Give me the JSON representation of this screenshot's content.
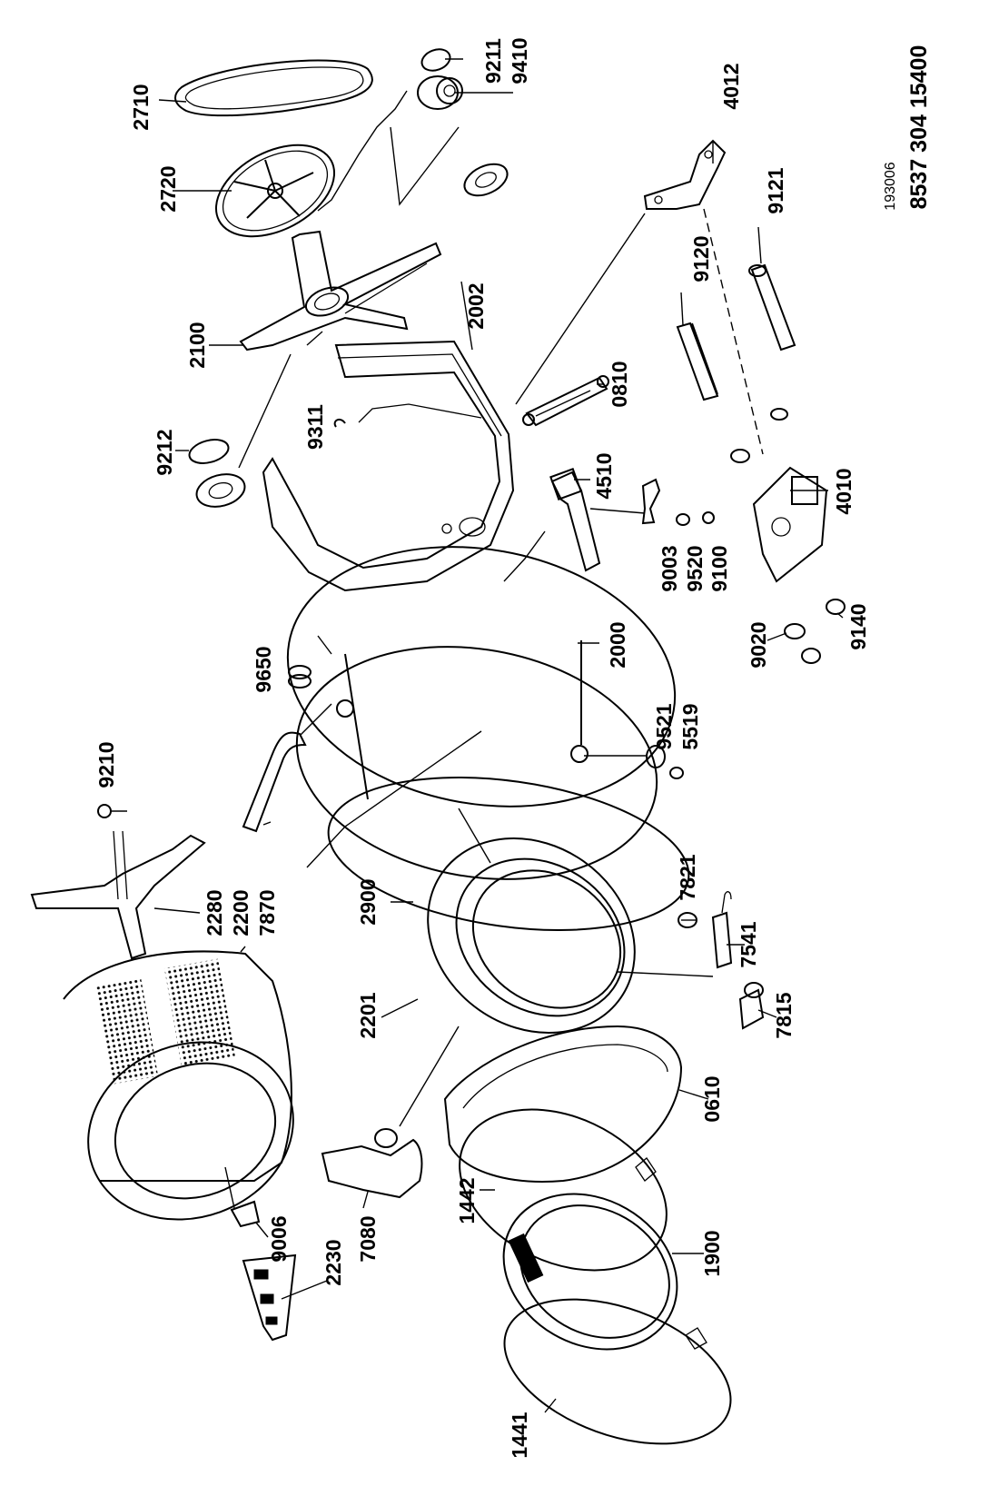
{
  "diagram_code": "193006",
  "document_number": "8537 304 15400",
  "part_labels": {
    "p2710": "2710",
    "p2720": "2720",
    "p9211": "9211",
    "p9410": "9410",
    "p4012": "4012",
    "p9121": "9121",
    "p9120": "9120",
    "p2002": "2002",
    "p2100": "2100",
    "p9212": "9212",
    "p9311": "9311",
    "p0810": "0810",
    "p4510": "4510",
    "p9003": "9003",
    "p9520": "9520",
    "p9100": "9100",
    "p4010": "4010",
    "p9020": "9020",
    "p9140": "9140",
    "p2000": "2000",
    "p9650": "9650",
    "p9521": "9521",
    "p5519": "5519",
    "p9210": "9210",
    "p2280": "2280",
    "p2200": "2200",
    "p7870": "7870",
    "p2900": "2900",
    "p7821": "7821",
    "p7541": "7541",
    "p2201": "2201",
    "p7815": "7815",
    "p0610": "0610",
    "p1442": "1442",
    "p9006": "9006",
    "p2230": "2230",
    "p7080": "7080",
    "p1900": "1900",
    "p1441": "1441"
  }
}
